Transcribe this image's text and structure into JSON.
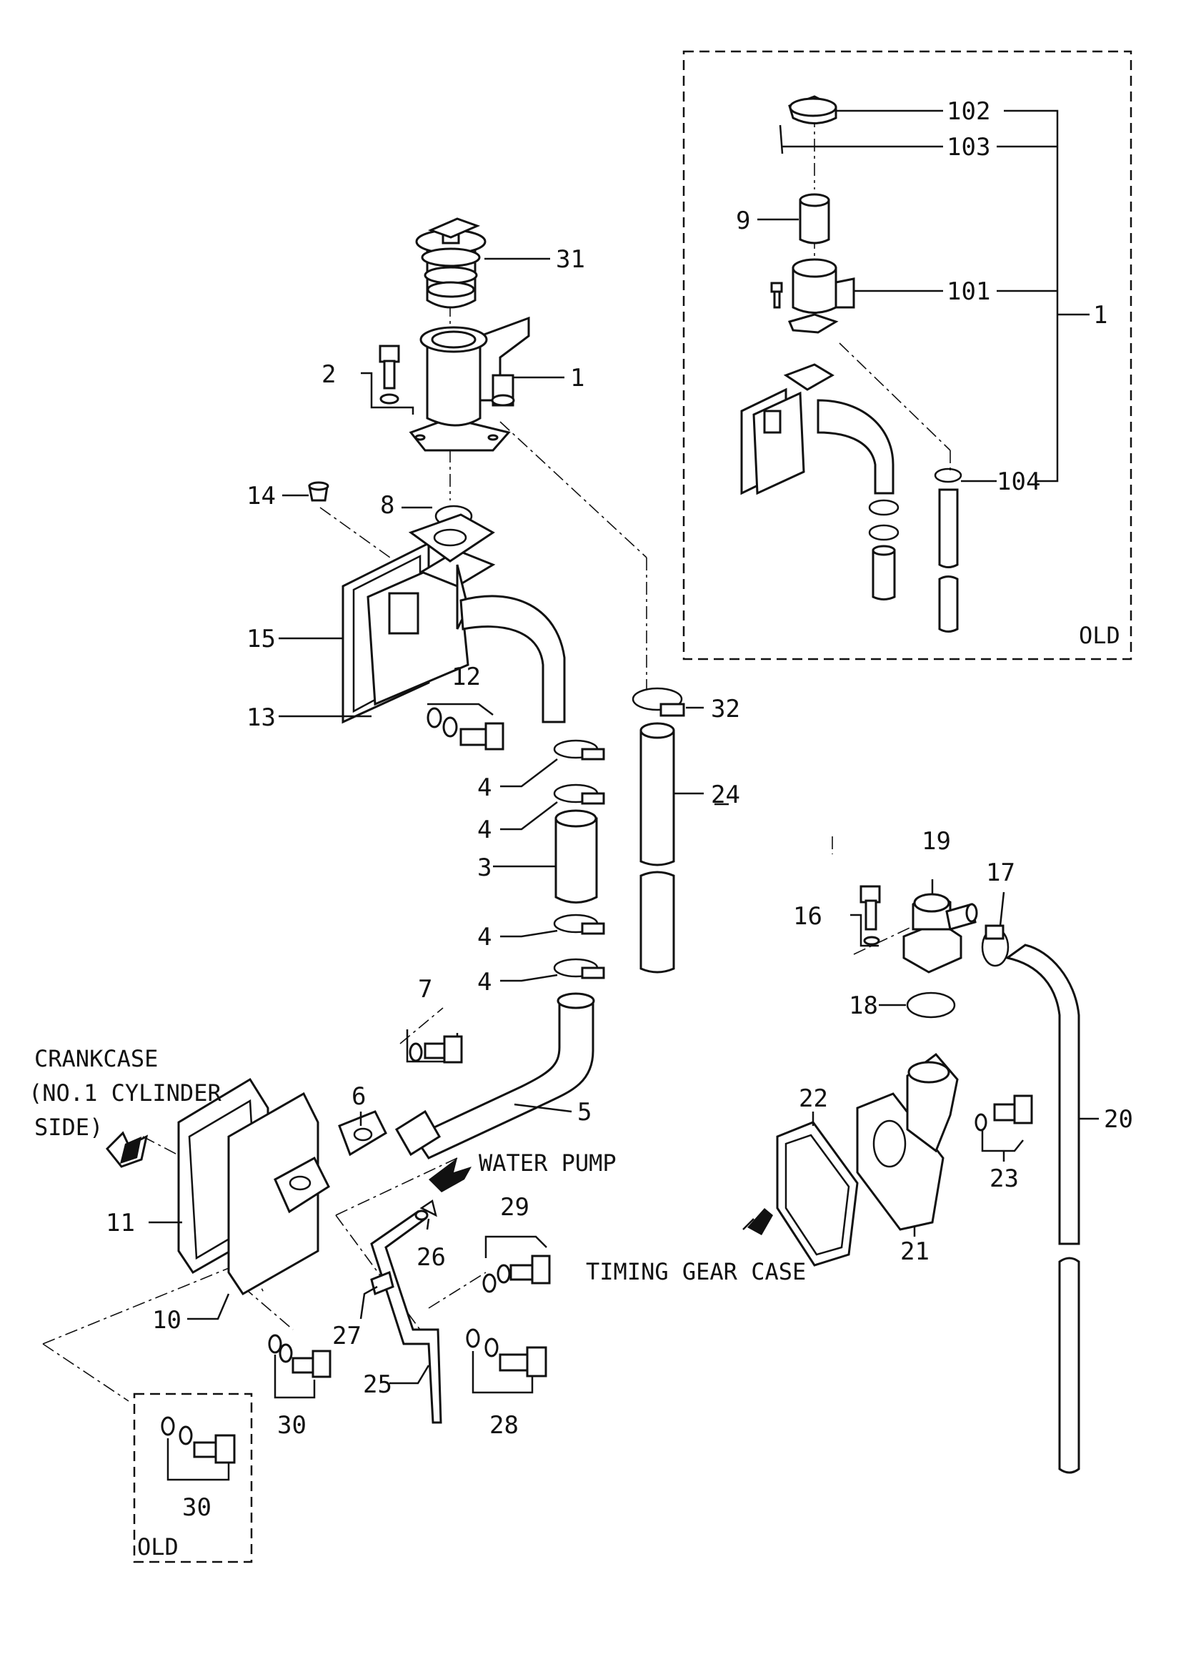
{
  "labels": {
    "p1": "1",
    "p2": "2",
    "p3": "3",
    "p4": "4",
    "p5": "5",
    "p6": "6",
    "p7": "7",
    "p8": "8",
    "p9": "9",
    "p10": "10",
    "p11": "11",
    "p12": "12",
    "p13": "13",
    "p14": "14",
    "p15": "15",
    "p16": "16",
    "p17": "17",
    "p18": "18",
    "p19": "19",
    "p20": "20",
    "p21": "21",
    "p22": "22",
    "p23": "23",
    "p24": "24",
    "p25": "25",
    "p26": "26",
    "p27": "27",
    "p28": "28",
    "p29": "29",
    "p30": "30",
    "p31": "31",
    "p32": "32",
    "p101": "101",
    "p102": "102",
    "p103": "103",
    "p104": "104"
  },
  "notes": {
    "old_top": "OLD",
    "old_bottom": "OLD",
    "crankcase_line1": "CRANKCASE",
    "crankcase_line2": "(NO.1 CYLINDER",
    "crankcase_line3": "SIDE)",
    "water_pump": "WATER PUMP",
    "timing_gear_case": "TIMING GEAR CASE"
  }
}
